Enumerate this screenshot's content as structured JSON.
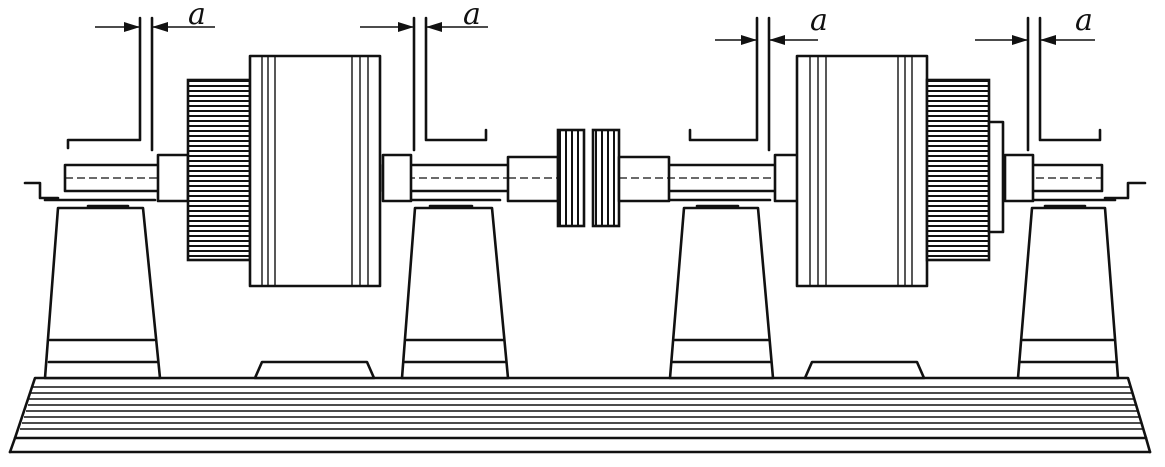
{
  "diagram": {
    "gap_labels": [
      "a",
      "a",
      "a",
      "a"
    ]
  }
}
